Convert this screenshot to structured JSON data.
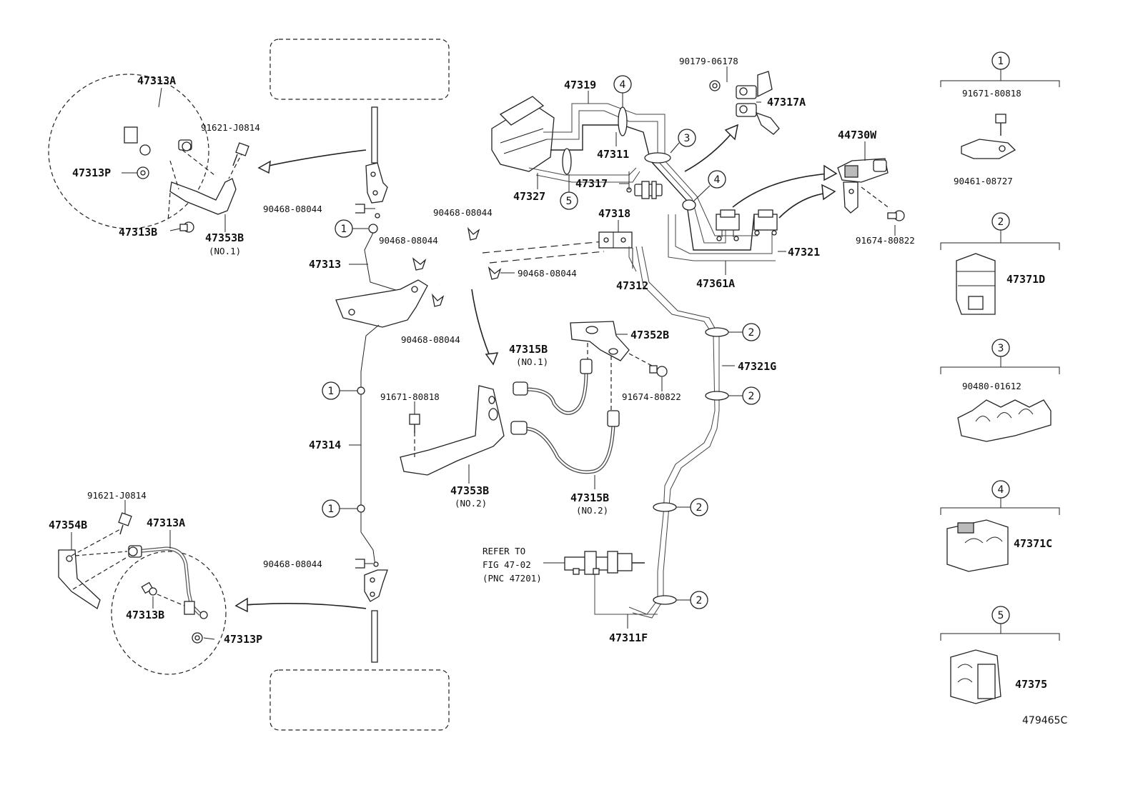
{
  "diagram_id": "479465C",
  "labels": {
    "p47313A_top": "47313A",
    "p91621_top": "91621-J0814",
    "p47313P_top": "47313P",
    "p47313B_top": "47313B",
    "p47353B_no1": "47353B",
    "no1_a": "(NO.1)",
    "p90468_a": "90468-08044",
    "p90468_b": "90468-08044",
    "p90468_c": "90468-08044",
    "p90468_d": "90468-08044",
    "p90468_e": "90468-08044",
    "p90468_f": "90468-08044",
    "p47313": "47313",
    "p47314": "47314",
    "p47319": "47319",
    "p47311": "47311",
    "p47317": "47317",
    "p47327": "47327",
    "p47318": "47318",
    "p47312": "47312",
    "p90179": "90179-06178",
    "p47317A": "47317A",
    "p44730W": "44730W",
    "p91674_a": "91674-80822",
    "p47321": "47321",
    "p47361A": "47361A",
    "p47352B": "47352B",
    "p47321G": "47321G",
    "p47315B_no1": "47315B",
    "no1_b": "(NO.1)",
    "p91671_mid": "91671-80818",
    "p91674_b": "91674-80822",
    "p47353B_no2": "47353B",
    "no2_a": "(NO.2)",
    "p47315B_no2": "47315B",
    "no2_b": "(NO.2)",
    "refer1": "REFER TO",
    "refer2": "FIG 47-02",
    "refer3": "(PNC 47201)",
    "p47311F": "47311F",
    "p91621_bot": "91621-J0814",
    "p47354B": "47354B",
    "p47313A_bot": "47313A",
    "p47313B_bot": "47313B",
    "p47313P_bot": "47313P"
  },
  "legend": [
    {
      "num": "1",
      "parts": [
        "91671-80818",
        "90461-08727"
      ]
    },
    {
      "num": "2",
      "parts": [
        "47371D"
      ]
    },
    {
      "num": "3",
      "parts": [
        "90480-01612"
      ]
    },
    {
      "num": "4",
      "parts": [
        "47371C"
      ]
    },
    {
      "num": "5",
      "parts": [
        "47375"
      ]
    }
  ],
  "callouts": {
    "c1": "1",
    "c2": "2",
    "c3": "3",
    "c4": "4",
    "c5": "5"
  }
}
